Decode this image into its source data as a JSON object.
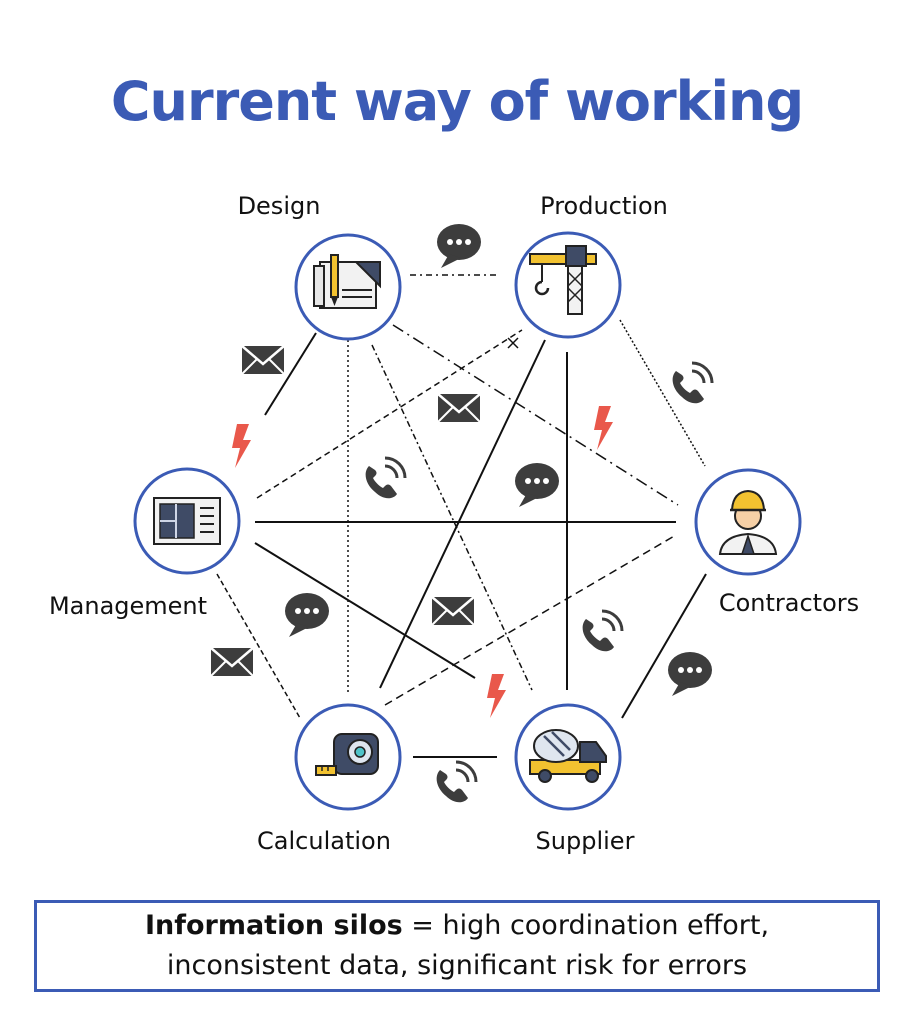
{
  "title": "Current way of working",
  "accent_color": "#3b5bb5",
  "nodes": {
    "design": {
      "label": "Design",
      "icon": "blueprint-icon"
    },
    "production": {
      "label": "Production",
      "icon": "crane-icon"
    },
    "management": {
      "label": "Management",
      "icon": "puzzle-document-icon"
    },
    "contractors": {
      "label": "Contractors",
      "icon": "construction-worker-icon"
    },
    "calculation": {
      "label": "Calculation",
      "icon": "tape-measure-icon"
    },
    "supplier": {
      "label": "Supplier",
      "icon": "cement-truck-icon"
    }
  },
  "summary": {
    "bold": "Information silos",
    "rest": " = high coordination effort,",
    "line2": "inconsistent data, significant risk for errors"
  }
}
